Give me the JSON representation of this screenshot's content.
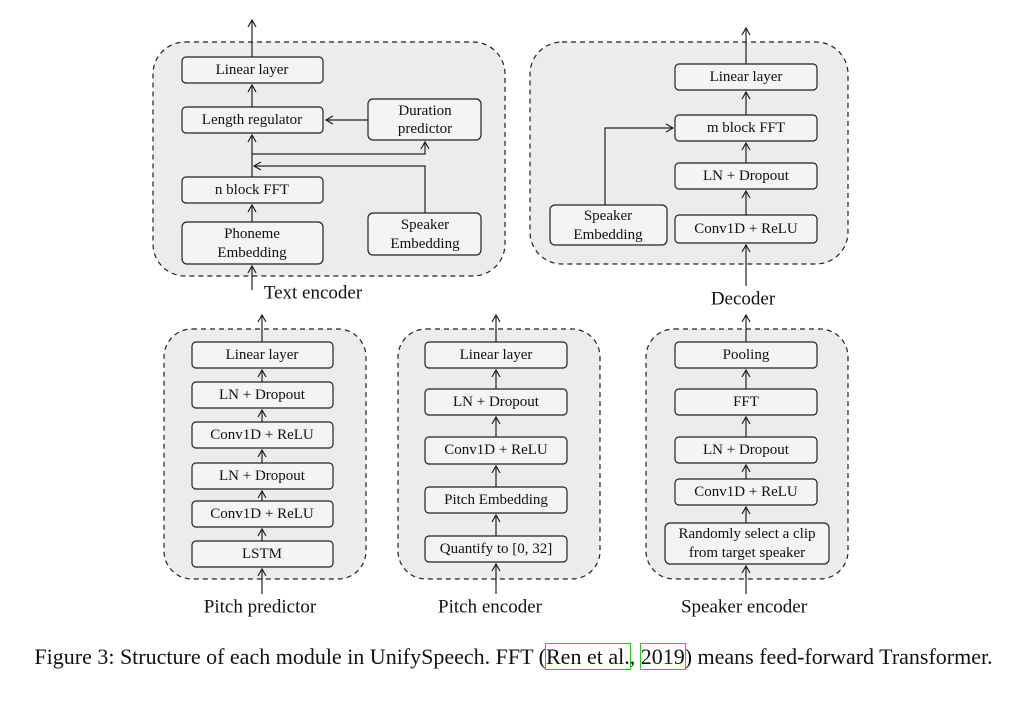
{
  "text_encoder": {
    "caption": "Text encoder",
    "linear_layer": "Linear layer",
    "length_regulator": "Length regulator",
    "duration_predictor": [
      "Duration",
      "predictor"
    ],
    "n_block_fft": "n block FFT",
    "phoneme_embedding": [
      "Phoneme",
      "Embedding"
    ],
    "speaker_embedding": [
      "Speaker",
      "Embedding"
    ]
  },
  "decoder": {
    "caption": "Decoder",
    "linear_layer": "Linear layer",
    "m_block_fft": "m block FFT",
    "ln_dropout": "LN + Dropout",
    "conv_relu": "Conv1D + ReLU",
    "speaker_embedding": [
      "Speaker",
      "Embedding"
    ]
  },
  "pitch_predictor": {
    "caption": "Pitch predictor",
    "layers": [
      "Linear layer",
      "LN + Dropout",
      "Conv1D + ReLU",
      "LN + Dropout",
      "Conv1D + ReLU",
      "LSTM"
    ]
  },
  "pitch_encoder": {
    "caption": "Pitch encoder",
    "layers": [
      "Linear layer",
      "LN + Dropout",
      "Conv1D + ReLU",
      "Pitch Embedding",
      "Quantify to [0, 32]"
    ]
  },
  "speaker_encoder": {
    "caption": "Speaker encoder",
    "layers": [
      "Pooling",
      "FFT",
      "LN + Dropout",
      "Conv1D + ReLU",
      [
        "Randomly select a clip",
        "from target speaker"
      ]
    ]
  },
  "figure_caption": {
    "prefix": "Figure 3: Structure of each module in UnifySpeech. FFT (",
    "cite_author": "Ren et al.",
    "cite_sep": ", ",
    "cite_year": "2019",
    "suffix": ") means feed-forward Transformer."
  }
}
